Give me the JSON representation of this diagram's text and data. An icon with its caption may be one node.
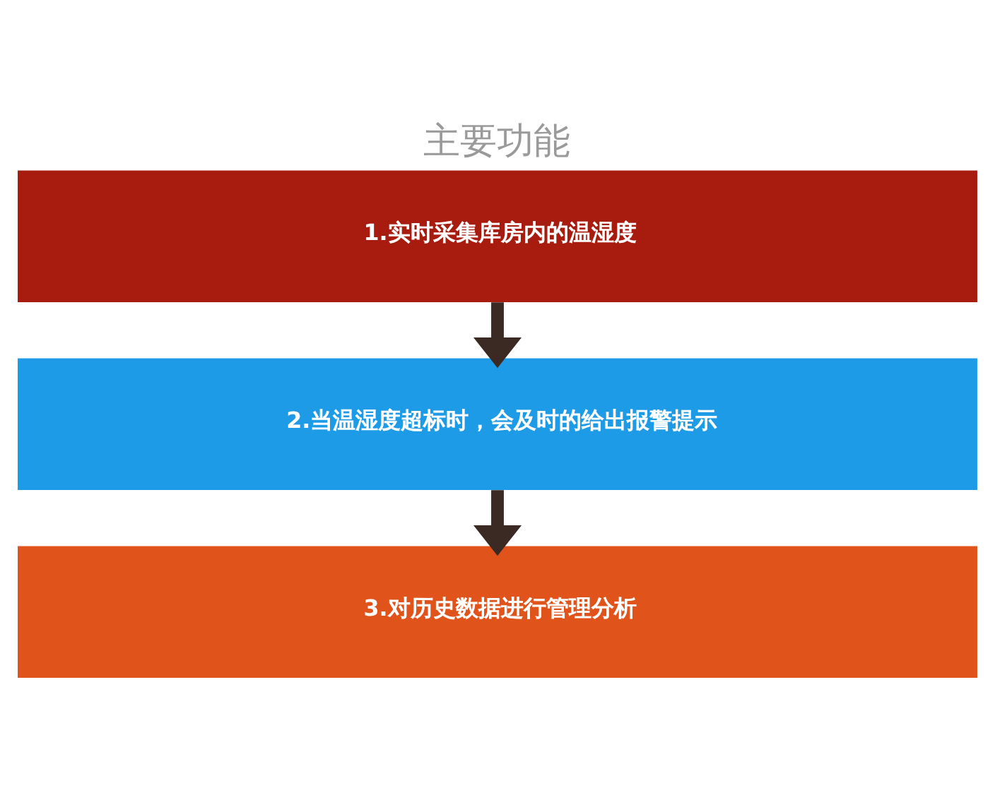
{
  "diagram": {
    "title": "主要功能",
    "nodes": [
      {
        "text": [
          "1.实时采集库房内的温湿度"
        ]
      },
      {
        "text": [
          "2.当温湿度超标时，会及时的给出报警提示"
        ]
      },
      {
        "text": [
          "3.对历史数据进行管理分析"
        ]
      }
    ],
    "edges": [
      {
        "from": 0,
        "to": 1,
        "arrow": "to"
      },
      {
        "from": 1,
        "to": 2,
        "arrow": "to"
      }
    ]
  }
}
